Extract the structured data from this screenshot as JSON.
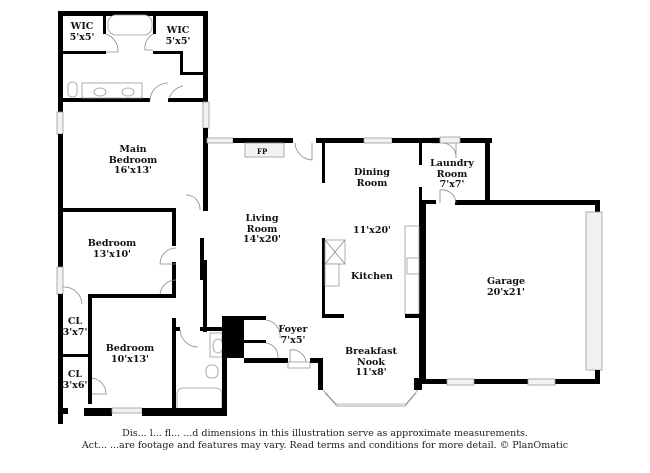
{
  "rooms": {
    "wic_left": {
      "name": "WIC",
      "dims": "5'x5'"
    },
    "wic_right": {
      "name": "WIC",
      "dims": "5'x5'"
    },
    "main_bedroom": {
      "name_line1": "Main",
      "name_line2": "Bedroom",
      "dims": "16'x13'"
    },
    "bedroom_1": {
      "name": "Bedroom",
      "dims": "13'x10'"
    },
    "bedroom_2": {
      "name": "Bedroom",
      "dims": "10'x13'"
    },
    "closet_1": {
      "name": "CL",
      "dims": "3'x7'"
    },
    "closet_2": {
      "name": "CL",
      "dims": "3'x6'"
    },
    "living_room": {
      "name_line1": "Living",
      "name_line2": "Room",
      "dims": "14'x20'"
    },
    "dining_room": {
      "name_line1": "Dining",
      "name_line2": "Room"
    },
    "kitchen": {
      "name": "Kitchen",
      "dims": "11'x20'"
    },
    "laundry_room": {
      "name_line1": "Laundry",
      "name_line2": "Room",
      "dims": "7'x7'"
    },
    "garage": {
      "name": "Garage",
      "dims": "20'x21'"
    },
    "foyer": {
      "name": "Foyer",
      "dims": "7'x5'"
    },
    "breakfast_nook": {
      "name_line1": "Breakfast",
      "name_line2": "Nook",
      "dims": "11'x8'"
    }
  },
  "fixtures": {
    "fireplace": "FP"
  },
  "disclaimer": {
    "line1": "Dis... l... fl... ...d dimensions in this illustration serve as approximate measurements.",
    "line2": "Act... ...are footage and features may vary. Read terms and conditions for more detail. © PlanOmatic"
  }
}
